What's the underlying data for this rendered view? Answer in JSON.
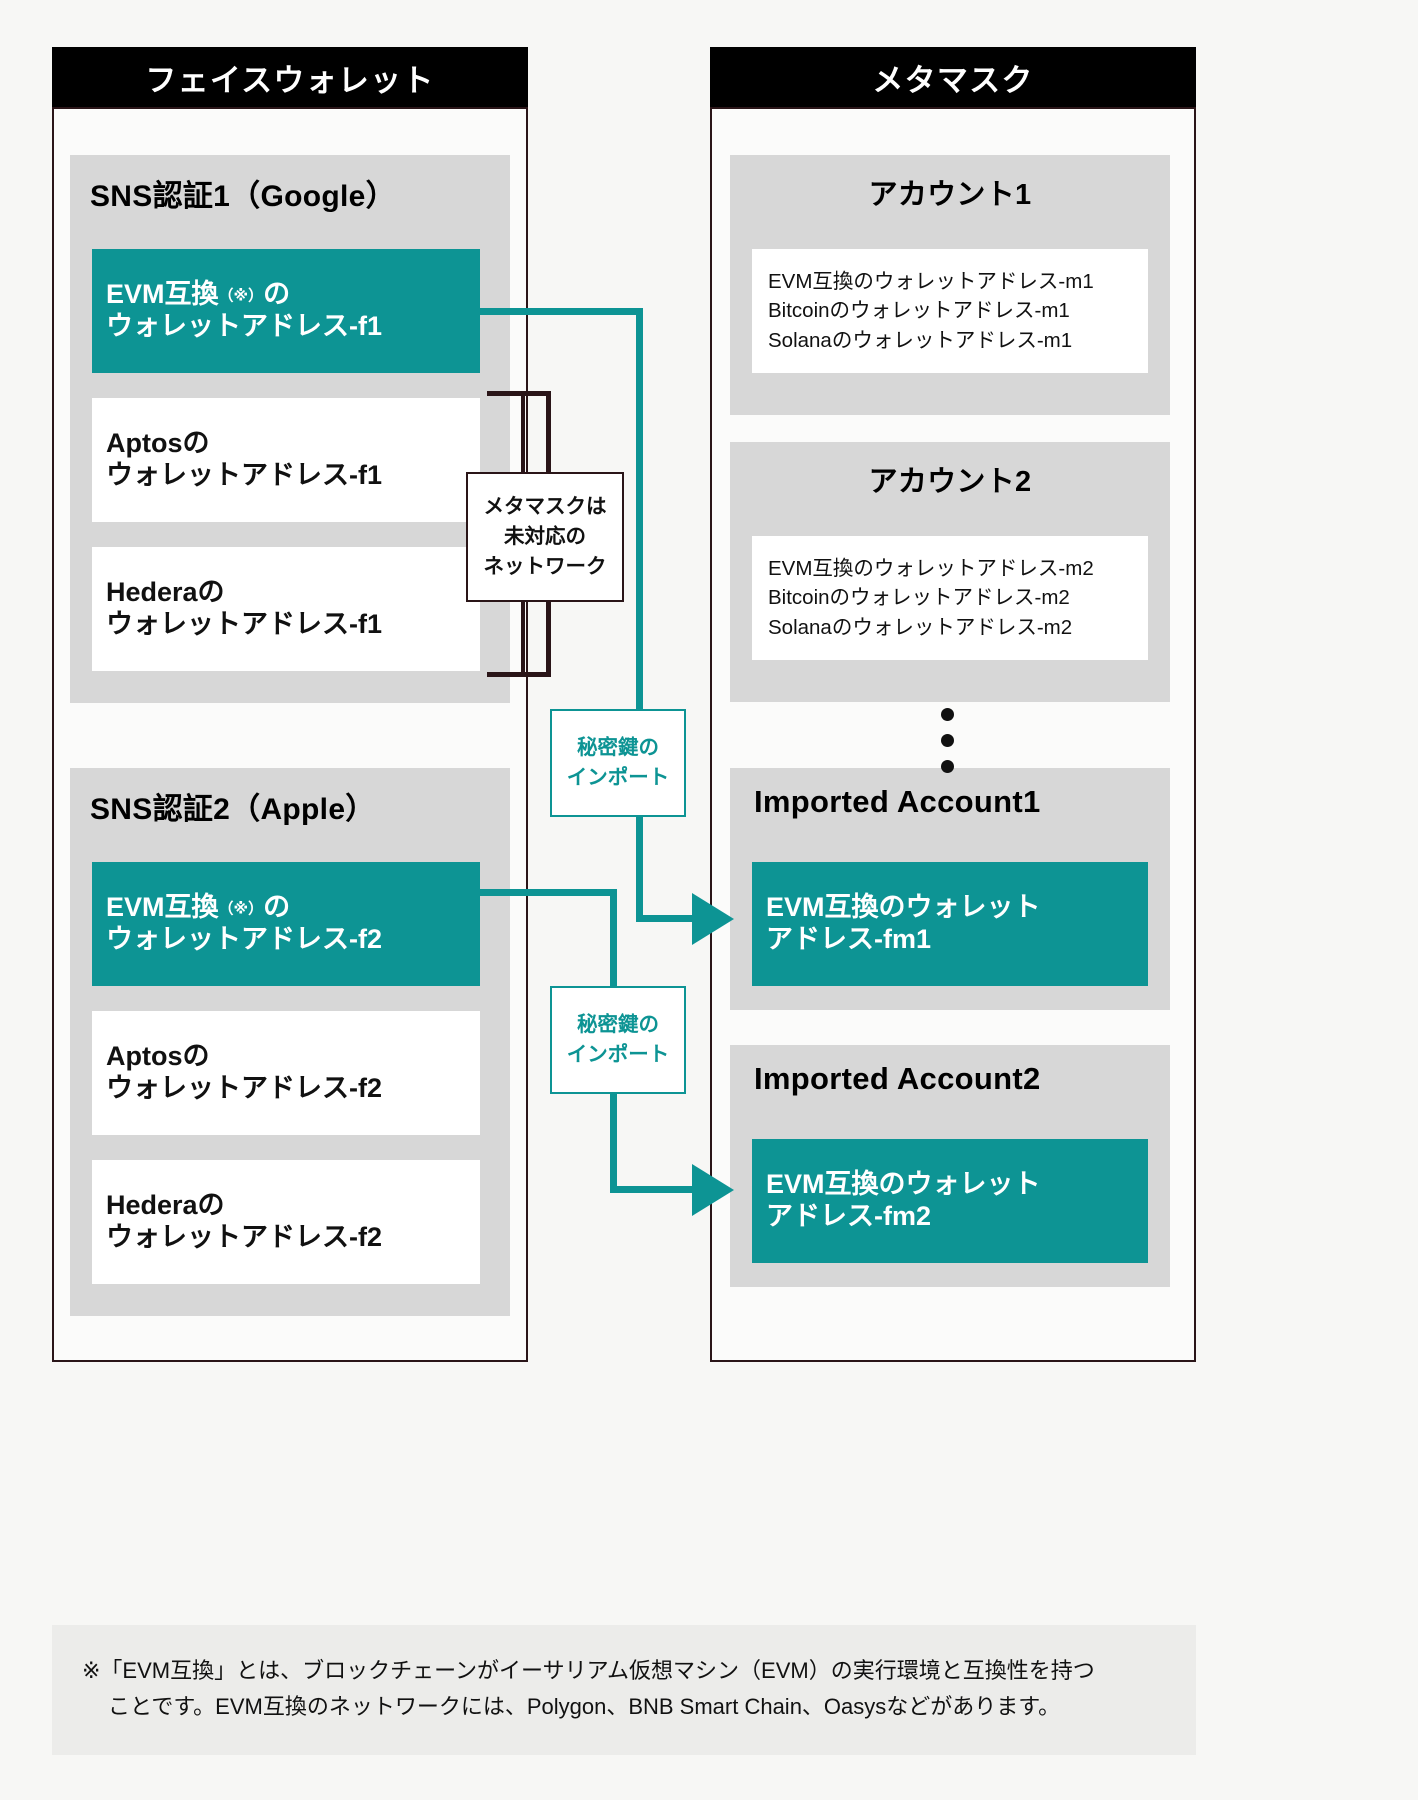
{
  "panels": {
    "left": {
      "title": "フェイスウォレット",
      "groups": [
        {
          "title": "SNS認証1（Google）",
          "items": [
            {
              "main": "EVM互換",
              "sup": "（※）",
              "tail": "の",
              "line2": "ウォレットアドレス-f1",
              "style": "teal"
            },
            {
              "main": "Aptosの",
              "line2": "ウォレットアドレス-f1",
              "style": "white"
            },
            {
              "main": "Hederaの",
              "line2": "ウォレットアドレス-f1",
              "style": "white"
            }
          ]
        },
        {
          "title": "SNS認証2（Apple）",
          "items": [
            {
              "main": "EVM互換",
              "sup": "（※）",
              "tail": "の",
              "line2": "ウォレットアドレス-f2",
              "style": "teal"
            },
            {
              "main": "Aptosの",
              "line2": "ウォレットアドレス-f2",
              "style": "white"
            },
            {
              "main": "Hederaの",
              "line2": "ウォレットアドレス-f2",
              "style": "white"
            }
          ]
        }
      ]
    },
    "right": {
      "title": "メタマスク",
      "groups": [
        {
          "title": "アカウント1",
          "lines": [
            "EVM互換のウォレットアドレス-m1",
            "Bitcoinのウォレットアドレス-m1",
            "Solanaのウォレットアドレス-m1"
          ]
        },
        {
          "title": "アカウント2",
          "lines": [
            "EVM互換のウォレットアドレス-m2",
            "Bitcoinのウォレットアドレス-m2",
            "Solanaのウォレットアドレス-m2"
          ]
        },
        {
          "title": "Imported Account1",
          "chip": {
            "line1": "EVM互換のウォレット",
            "line2": "アドレス-fm1"
          }
        },
        {
          "title": "Imported Account2",
          "chip": {
            "line1": "EVM互換のウォレット",
            "line2": "アドレス-fm2"
          }
        }
      ]
    }
  },
  "annotations": {
    "unsupported_network": {
      "line1": "メタマスクは",
      "line2": "未対応の",
      "line3": "ネットワーク"
    },
    "import_1": {
      "line1": "秘密鍵の",
      "line2": "インポート"
    },
    "import_2": {
      "line1": "秘密鍵の",
      "line2": "インポート"
    }
  },
  "footnote": {
    "line1": "※「EVM互換」とは、ブロックチェーンがイーサリアム仮想マシン（EVM）の実行環境と互換性を持つ",
    "line2": "ことです。EVM互換のネットワークには、Polygon、BNB Smart Chain、Oasysなどがあります。"
  },
  "colors": {
    "teal": "#0d9494",
    "header_bg": "#000000",
    "group_bg": "#d7d7d7",
    "panel_bg": "#fbfbfa",
    "page_bg": "#f7f7f5",
    "footnote_bg": "#ececea"
  }
}
